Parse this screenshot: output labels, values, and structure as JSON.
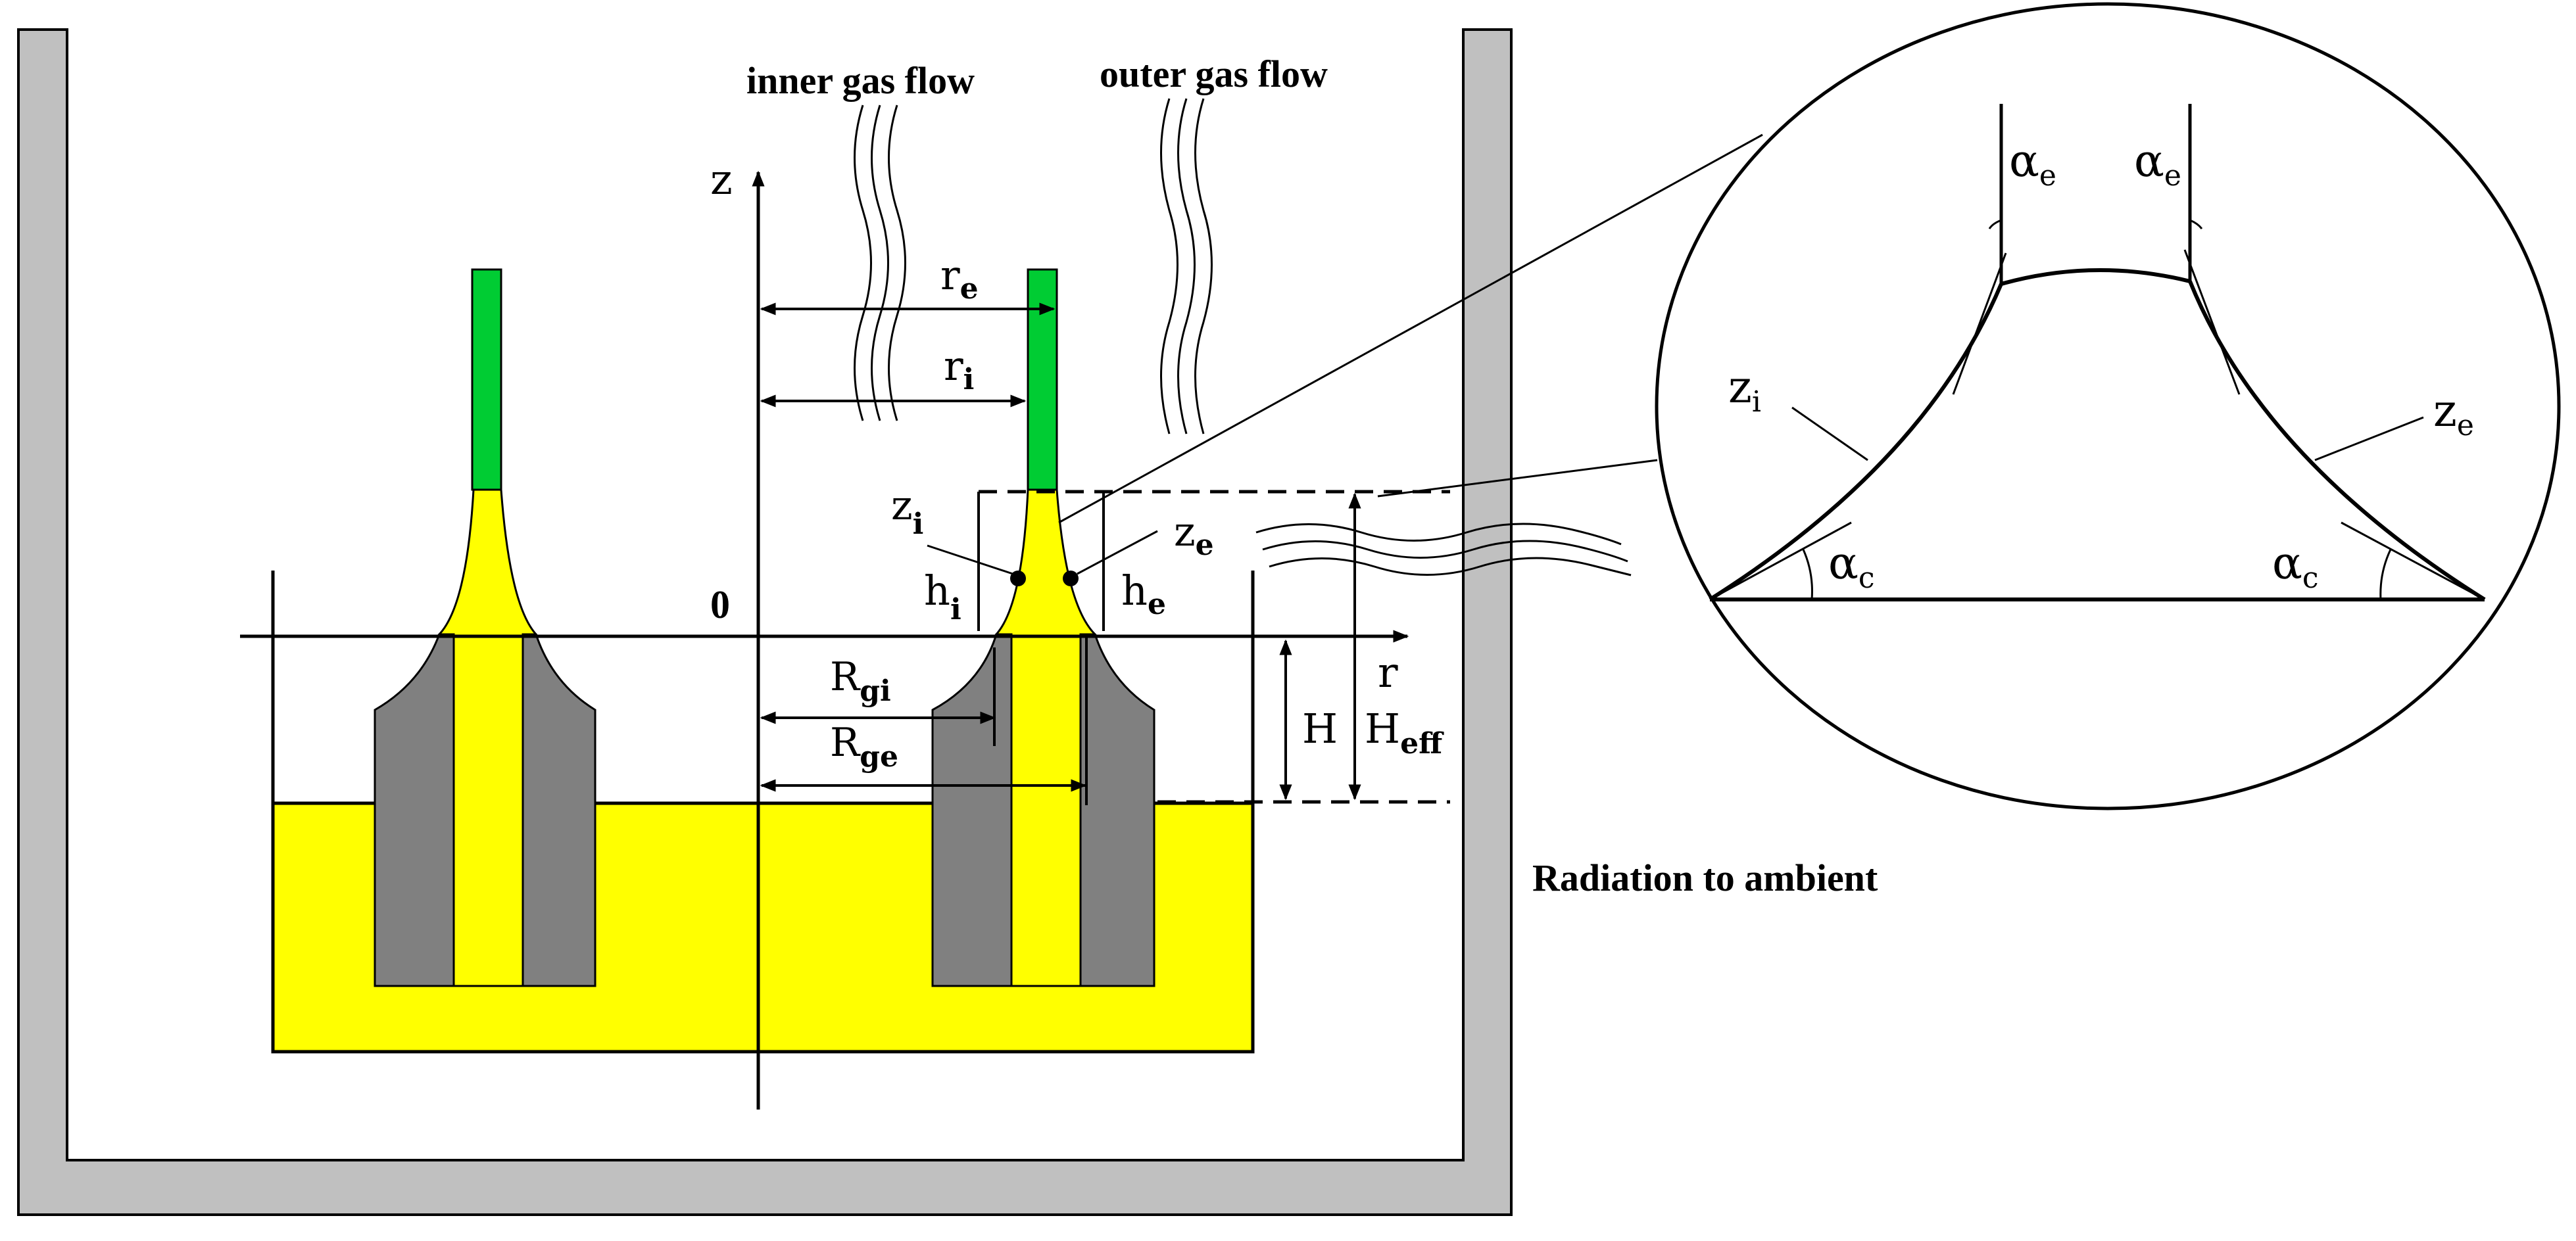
{
  "colors": {
    "furnace_wall": "#c0c0c0",
    "melt": "#ffff00",
    "crystal": "#00cc33",
    "die": "#808080",
    "line": "#000000",
    "background": "#ffffff"
  },
  "labels": {
    "inner_gas_flow": "inner gas flow",
    "outer_gas_flow": "outer gas flow",
    "radiation": "Radiation to ambient",
    "axis_z": "z",
    "axis_r": "r",
    "origin": "0",
    "r_e": {
      "base": "r",
      "sub": "e"
    },
    "r_i": {
      "base": "r",
      "sub": "i"
    },
    "z_i": {
      "base": "z",
      "sub": "i"
    },
    "z_e": {
      "base": "z",
      "sub": "e"
    },
    "h_i": {
      "base": "h",
      "sub": "i"
    },
    "h_e": {
      "base": "h",
      "sub": "e"
    },
    "R_gi": {
      "base": "R",
      "sub": "gi"
    },
    "R_ge": {
      "base": "R",
      "sub": "ge"
    },
    "H": "H",
    "H_eff": {
      "base": "H",
      "sub": "eff"
    }
  },
  "inset": {
    "alpha_e_left": {
      "base": "α",
      "sub": "e"
    },
    "alpha_e_right": {
      "base": "α",
      "sub": "e"
    },
    "alpha_c_left": {
      "base": "α",
      "sub": "c"
    },
    "alpha_c_right": {
      "base": "α",
      "sub": "c"
    },
    "z_i": {
      "base": "z",
      "sub": "i"
    },
    "z_e": {
      "base": "z",
      "sub": "e"
    }
  }
}
